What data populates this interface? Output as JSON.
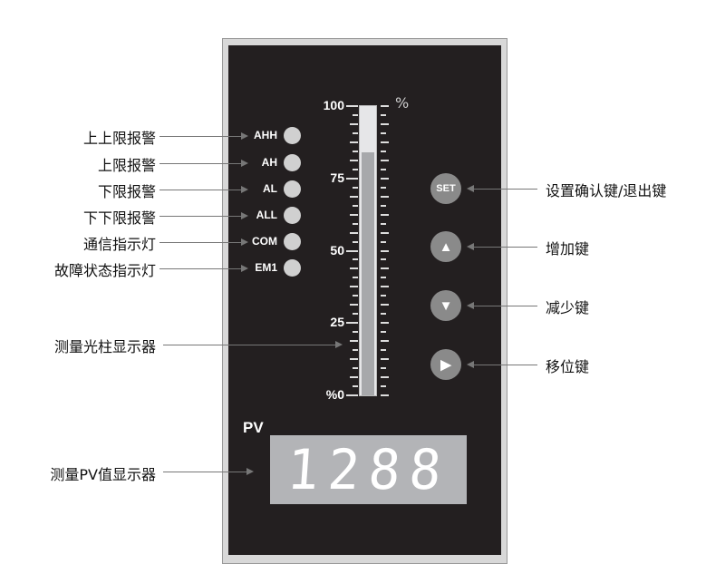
{
  "left_labels": [
    "上上限报警",
    "上限报警",
    "下限报警",
    "下下限报警",
    "通信指示灯",
    "故障状态指示灯"
  ],
  "leds": [
    "AHH",
    "AH",
    "AL",
    "ALL",
    "COM",
    "EM1"
  ],
  "bar_label": "测量光柱显示器",
  "pv_label_callout": "测量PV值显示器",
  "scale": {
    "unit": "%",
    "ticks": [
      "100",
      "75",
      "50",
      "25",
      "%0"
    ],
    "level_percent": 84
  },
  "buttons": [
    {
      "label": "SET",
      "callout": "设置确认键/退出键",
      "icon": "set-text"
    },
    {
      "label": "▲",
      "callout": "增加键",
      "icon": "up-triangle-icon"
    },
    {
      "label": "▼",
      "callout": "减少键",
      "icon": "down-triangle-icon"
    },
    {
      "label": "▶",
      "callout": "移位键",
      "icon": "shift-right-icon"
    }
  ],
  "pv": {
    "label": "PV",
    "value": "1288"
  }
}
